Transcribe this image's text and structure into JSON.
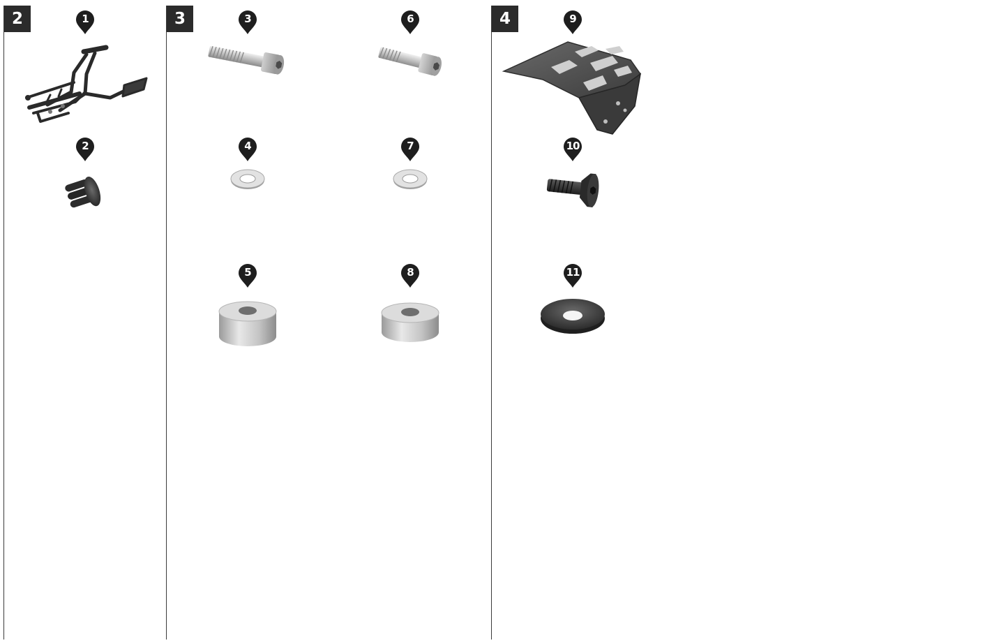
{
  "sections": [
    {
      "step": "2",
      "parts": [
        "1",
        "2"
      ]
    },
    {
      "step": "3",
      "parts": [
        "3",
        "4",
        "5",
        "6",
        "7",
        "8"
      ]
    },
    {
      "step": "4",
      "parts": [
        "9",
        "10",
        "11"
      ]
    }
  ],
  "parts": {
    "p1": {
      "number": "1",
      "icon": "bracket-frame-icon"
    },
    "p2": {
      "number": "2",
      "icon": "rubber-plug-icon"
    },
    "p3": {
      "number": "3",
      "icon": "socket-head-bolt-icon"
    },
    "p4": {
      "number": "4",
      "icon": "flat-washer-icon"
    },
    "p5": {
      "number": "5",
      "icon": "spacer-icon"
    },
    "p6": {
      "number": "6",
      "icon": "socket-head-bolt-icon"
    },
    "p7": {
      "number": "7",
      "icon": "flat-washer-icon"
    },
    "p8": {
      "number": "8",
      "icon": "spacer-icon"
    },
    "p9": {
      "number": "9",
      "icon": "rack-plate-icon"
    },
    "p10": {
      "number": "10",
      "icon": "countersunk-screw-icon"
    },
    "p11": {
      "number": "11",
      "icon": "countersunk-washer-icon"
    }
  },
  "colors": {
    "marker": "#1e1e1e",
    "step_box": "#2b2b2b",
    "divider": "#3a3a3a",
    "metal_light": "#d9d9d9",
    "metal_dark": "#8f8f8f",
    "black_part": "#2a2a2a"
  },
  "steps": {
    "s2": "2",
    "s3": "3",
    "s4": "4"
  }
}
